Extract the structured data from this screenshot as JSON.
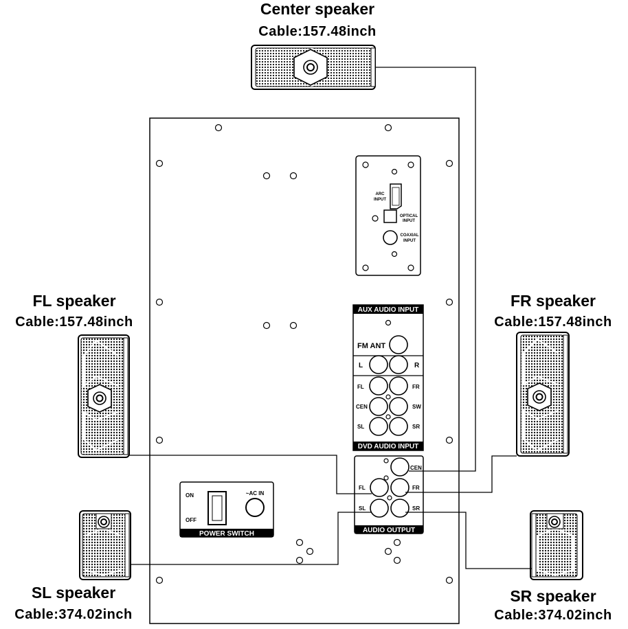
{
  "speakers": {
    "center": {
      "name": "Center speaker",
      "cable": "Cable:157.48inch"
    },
    "fl": {
      "name": "FL speaker",
      "cable": "Cable:157.48inch"
    },
    "fr": {
      "name": "FR speaker",
      "cable": "Cable:157.48inch"
    },
    "sl": {
      "name": "SL speaker",
      "cable": "Cable:374.02inch"
    },
    "sr": {
      "name": "SR speaker",
      "cable": "Cable:374.02inch"
    }
  },
  "digital_panel": {
    "arc": [
      "ARC",
      "INPUT"
    ],
    "optical": [
      "OPTICAL",
      "INPUT"
    ],
    "coaxial": [
      "COAXIAL",
      "INPUT"
    ]
  },
  "aux_panel": {
    "header": "AUX AUDIO INPUT",
    "fm_ant": "FM ANT",
    "left": "L",
    "right": "R"
  },
  "dvd_panel": {
    "footer": "DVD AUDIO INPUT",
    "fl": "FL",
    "fr": "FR",
    "cen": "CEN",
    "sw": "SW",
    "sl": "SL",
    "sr": "SR"
  },
  "output_panel": {
    "footer": "AUDIO OUTPUT",
    "cen": "CEN",
    "fl": "FL",
    "fr": "FR",
    "sl": "SL",
    "sr": "SR"
  },
  "power_panel": {
    "on": "ON",
    "off": "OFF",
    "ac_in": "~AC IN",
    "footer": "POWER SWITCH"
  }
}
